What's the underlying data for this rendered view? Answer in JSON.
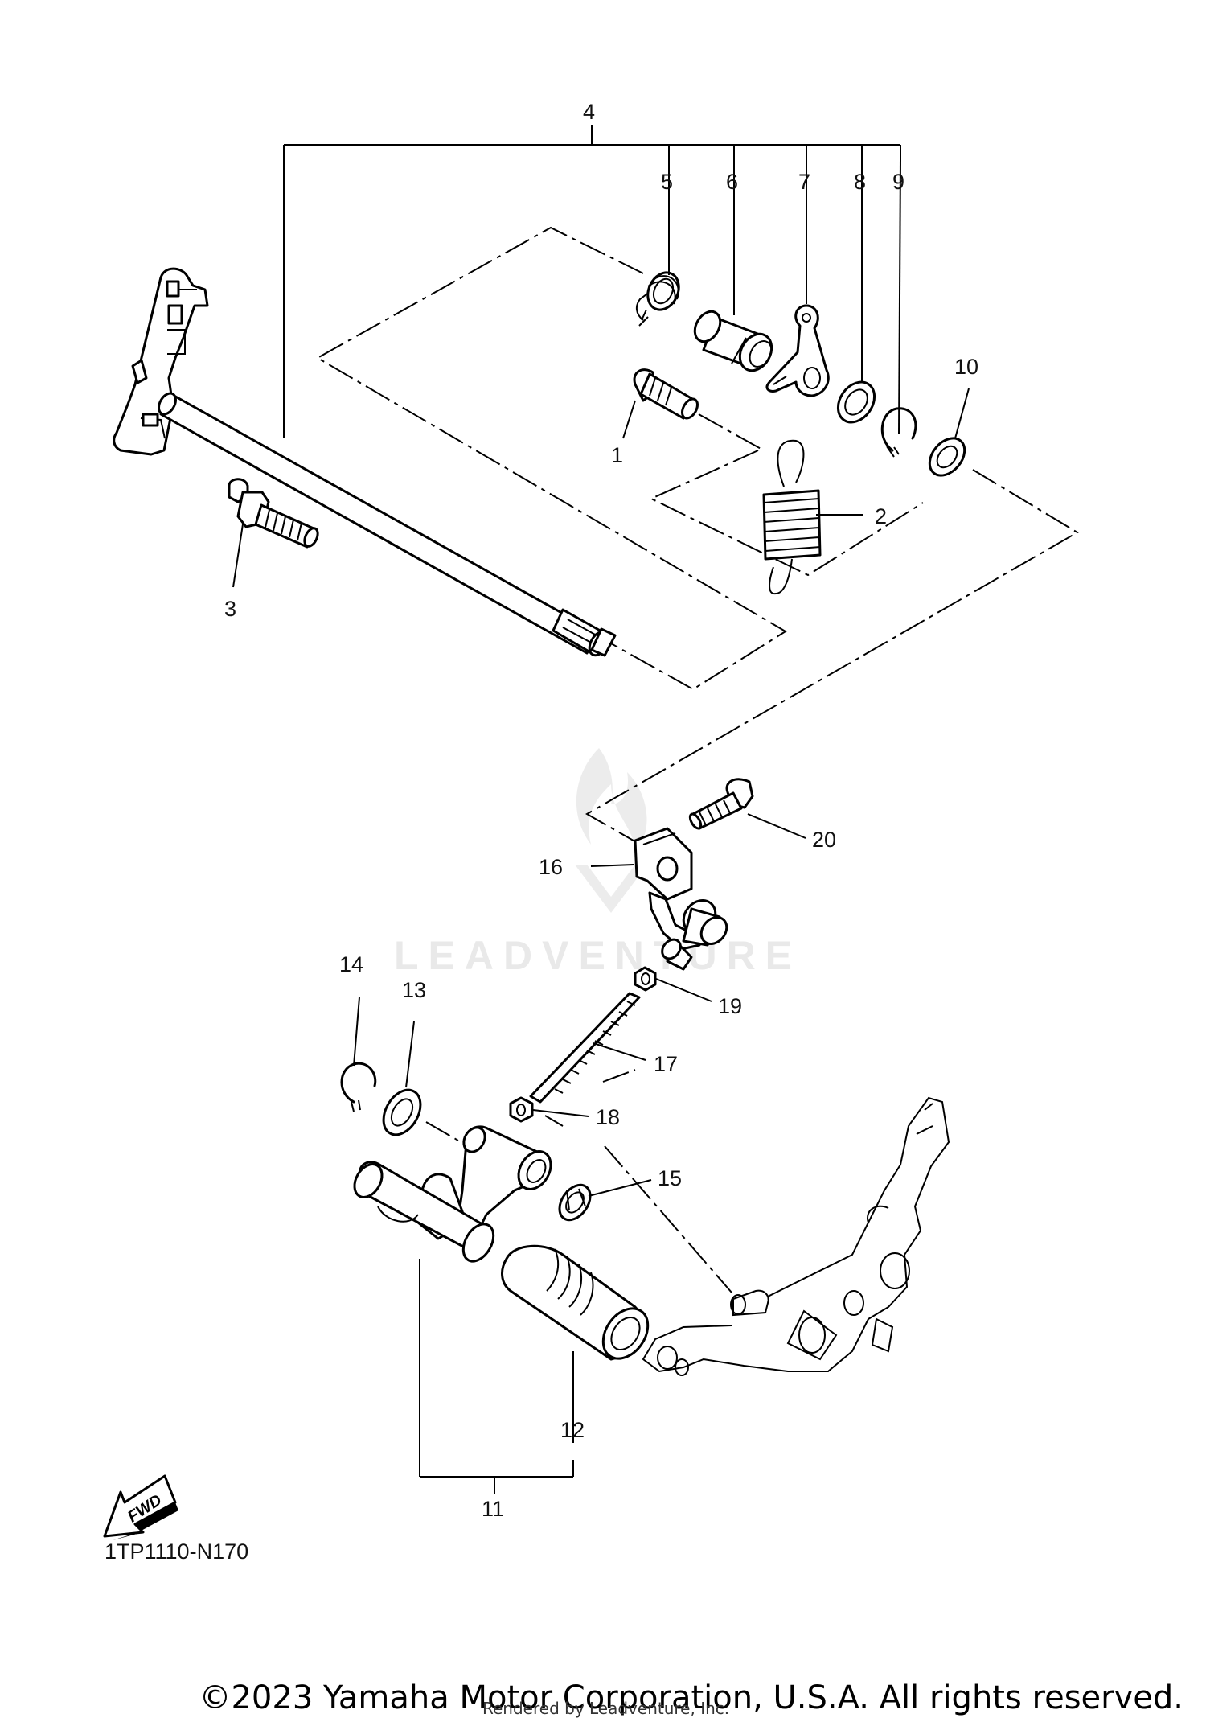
{
  "diagram": {
    "code": "1TP1110-N170",
    "fwd_label": "FWD",
    "watermark": "LEADVENTURE",
    "callouts": {
      "c1": "1",
      "c2": "2",
      "c3": "3",
      "c4": "4",
      "c5": "5",
      "c6": "6",
      "c7": "7",
      "c8": "8",
      "c9": "9",
      "c10": "10",
      "c11": "11",
      "c12": "12",
      "c13": "13",
      "c14": "14",
      "c15": "15",
      "c16": "16",
      "c17": "17",
      "c18": "18",
      "c19": "19",
      "c20": "20"
    }
  },
  "footer": {
    "copyright": "©2023 Yamaha Motor Corporation, U.S.A. All rights reserved.",
    "rendered_by": "Rendered by Leadventure, Inc."
  }
}
